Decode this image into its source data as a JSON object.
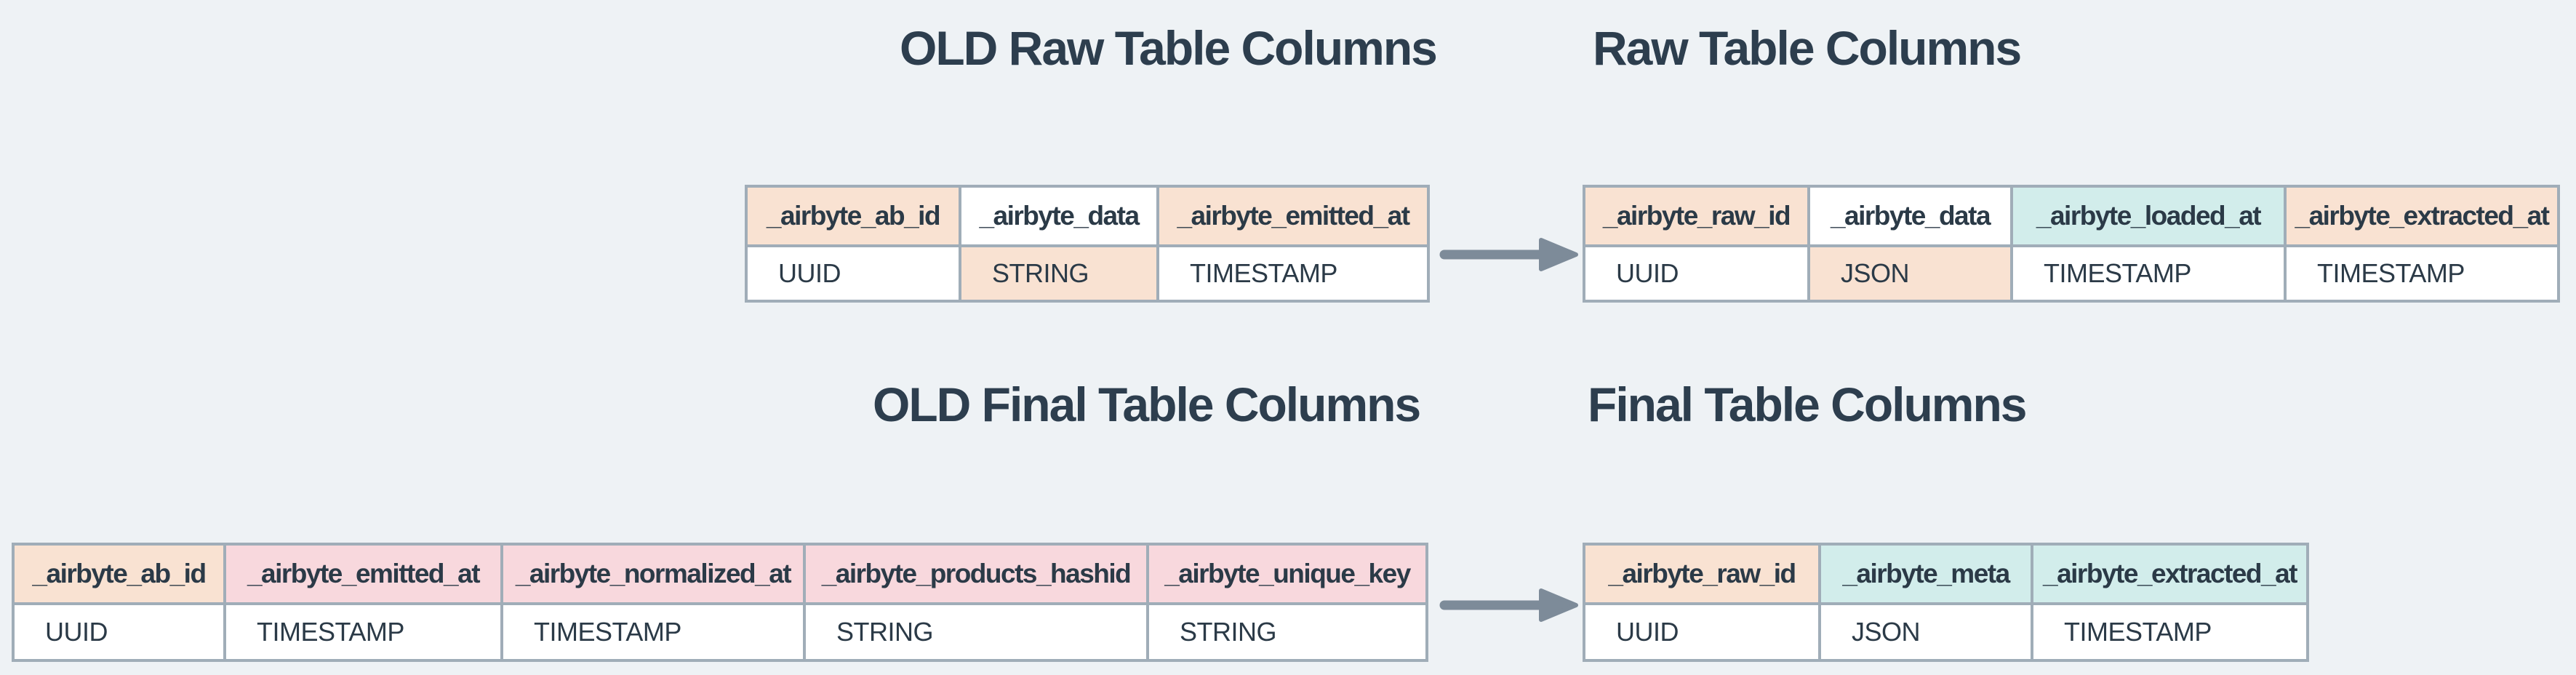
{
  "diagram": {
    "background_color": "#eef2f5",
    "border_color": "#a0adb8",
    "text_color": "#2b3a47",
    "title_color": "#2d3e4e",
    "arrow_color": "#7d8b99",
    "cell_colors": {
      "peach": "#f9e2d2",
      "pink": "#f8d8dd",
      "teal": "#d2edeb",
      "white": "#ffffff"
    }
  },
  "titles": {
    "old_raw": "OLD Raw Table Columns",
    "raw": "Raw Table Columns",
    "old_final": "OLD Final Table Columns",
    "final": "Final Table Columns"
  },
  "icons": {
    "arrow_top": "right-arrow",
    "arrow_bottom": "right-arrow"
  },
  "tables": {
    "old_raw": {
      "columns": [
        {
          "name": "_airbyte_ab_id",
          "type": "UUID",
          "header_bg": "peach",
          "type_bg": "white"
        },
        {
          "name": "_airbyte_data",
          "type": "STRING",
          "header_bg": "white",
          "type_bg": "peach"
        },
        {
          "name": "_airbyte_emitted_at",
          "type": "TIMESTAMP",
          "header_bg": "peach",
          "type_bg": "white"
        }
      ]
    },
    "raw": {
      "columns": [
        {
          "name": "_airbyte_raw_id",
          "type": "UUID",
          "header_bg": "peach",
          "type_bg": "white"
        },
        {
          "name": "_airbyte_data",
          "type": "JSON",
          "header_bg": "white",
          "type_bg": "peach"
        },
        {
          "name": "_airbyte_loaded_at",
          "type": "TIMESTAMP",
          "header_bg": "teal",
          "type_bg": "white"
        },
        {
          "name": "_airbyte_extracted_at",
          "type": "TIMESTAMP",
          "header_bg": "peach",
          "type_bg": "white"
        }
      ]
    },
    "old_final": {
      "columns": [
        {
          "name": "_airbyte_ab_id",
          "type": "UUID",
          "header_bg": "peach",
          "type_bg": "white"
        },
        {
          "name": "_airbyte_emitted_at",
          "type": "TIMESTAMP",
          "header_bg": "pink",
          "type_bg": "white"
        },
        {
          "name": "_airbyte_normalized_at",
          "type": "TIMESTAMP",
          "header_bg": "pink",
          "type_bg": "white"
        },
        {
          "name": "_airbyte_products_hashid",
          "type": "STRING",
          "header_bg": "pink",
          "type_bg": "white"
        },
        {
          "name": "_airbyte_unique_key",
          "type": "STRING",
          "header_bg": "pink",
          "type_bg": "white"
        }
      ]
    },
    "final": {
      "columns": [
        {
          "name": "_airbyte_raw_id",
          "type": "UUID",
          "header_bg": "peach",
          "type_bg": "white"
        },
        {
          "name": "_airbyte_meta",
          "type": "JSON",
          "header_bg": "teal",
          "type_bg": "white"
        },
        {
          "name": "_airbyte_extracted_at",
          "type": "TIMESTAMP",
          "header_bg": "teal",
          "type_bg": "white"
        }
      ]
    }
  }
}
